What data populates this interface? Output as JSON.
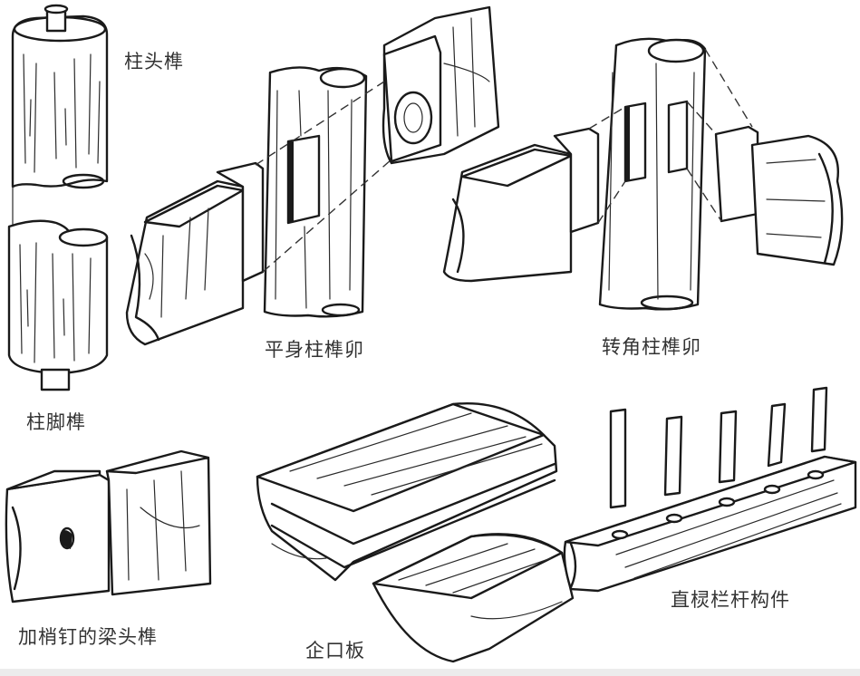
{
  "figure": {
    "title": "Traditional timber joinery illustrations",
    "ink_color": "#1a1a1a",
    "label_color": "#333333",
    "background": "#ffffff"
  },
  "labels": {
    "column_head_tenon": "柱头榫",
    "column_foot_tenon": "柱脚榫",
    "flat_column_mortise_tenon": "平身柱榫卯",
    "corner_column_mortise_tenon": "转角柱榫卯",
    "pinned_beam_head_tenon": "加梢钉的梁头榫",
    "tongue_groove_board": "企口板",
    "straight_baluster_member": "直棂栏杆构件"
  },
  "baluster": {
    "count": 5
  }
}
